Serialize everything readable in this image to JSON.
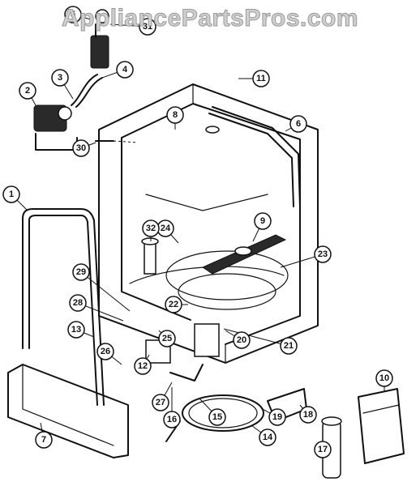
{
  "watermark": "AppliancePartsPros.com",
  "callouts": [
    {
      "label": "1"
    },
    {
      "label": "2"
    },
    {
      "label": "3"
    },
    {
      "label": "4"
    },
    {
      "label": "5"
    },
    {
      "label": "6"
    },
    {
      "label": "7"
    },
    {
      "label": "8"
    },
    {
      "label": "9"
    },
    {
      "label": "10"
    },
    {
      "label": "11"
    },
    {
      "label": "12"
    },
    {
      "label": "13"
    },
    {
      "label": "14"
    },
    {
      "label": "15"
    },
    {
      "label": "16"
    },
    {
      "label": "17"
    },
    {
      "label": "18"
    },
    {
      "label": "19"
    },
    {
      "label": "20"
    },
    {
      "label": "21"
    },
    {
      "label": "22"
    },
    {
      "label": "23"
    },
    {
      "label": "24"
    },
    {
      "label": "25"
    },
    {
      "label": "26"
    },
    {
      "label": "27"
    },
    {
      "label": "28"
    },
    {
      "label": "29"
    },
    {
      "label": "30"
    },
    {
      "label": "31"
    },
    {
      "label": "32"
    }
  ]
}
